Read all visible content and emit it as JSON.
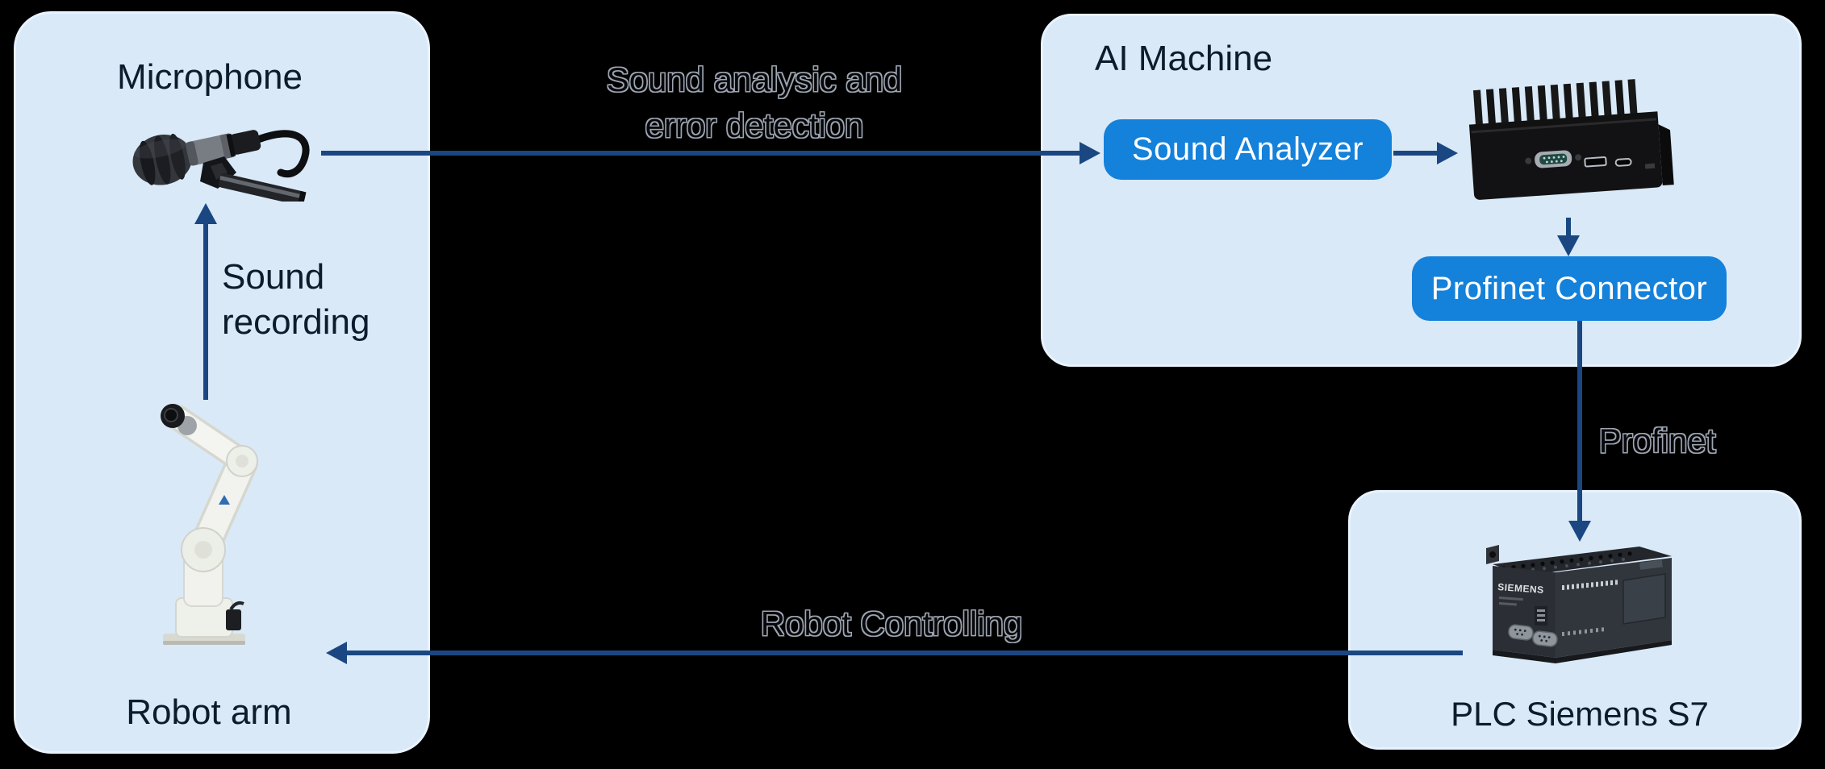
{
  "colors": {
    "background": "#000000",
    "panel_fill": "#d9e9f8",
    "panel_border": "#e9f3fd",
    "button_fill": "#1481db",
    "button_text": "#ffffff",
    "arrow": "#1a4781",
    "label_text": "#0e1b2c",
    "connection_label_fill": "#07080c",
    "connection_label_outline": "#9ea5b0"
  },
  "left_panel": {
    "microphone_label": "Microphone",
    "robot_arm_label": "Robot arm"
  },
  "ai_machine_panel": {
    "title": "AI Machine",
    "sound_analyzer_button": "Sound Analyzer",
    "profinet_connector_button": "Profinet Connector"
  },
  "plc_panel": {
    "label": "PLC Siemens S7",
    "device_brand": "SIEMENS"
  },
  "connections": {
    "sound_recording": {
      "label_line1": "Sound",
      "label_line2": "recording"
    },
    "sound_analysis": {
      "label_line1": "Sound analysic and",
      "label_line2": "error detection"
    },
    "profinet": {
      "label": "Profinet"
    },
    "robot_controlling": {
      "label": "Robot Controlling"
    }
  }
}
